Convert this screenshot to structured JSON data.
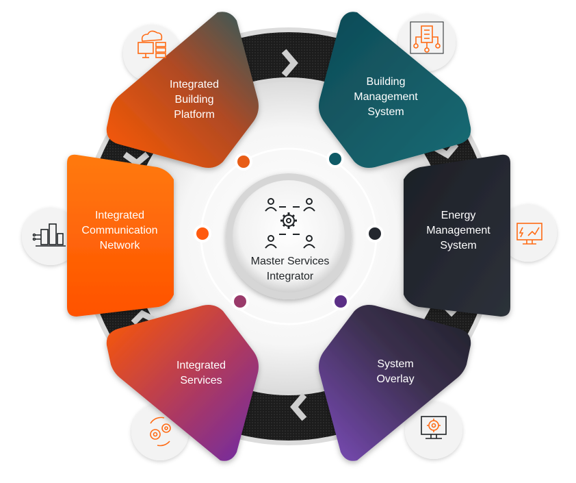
{
  "center": {
    "title": "Master Services\nIntegrator",
    "icon": "team-gear-icon"
  },
  "segments": [
    {
      "id": "ibp",
      "label": "Integrated\nBuilding\nPlatform",
      "icon": "cloud-server-icon",
      "color_a": "#ff5a00",
      "color_b": "#2d5a5e",
      "dot": "#e85d16"
    },
    {
      "id": "bms",
      "label": "Building\nManagement\nSystem",
      "icon": "smart-building-icon",
      "color_a": "#0e4a56",
      "color_b": "#1a6b74",
      "dot": "#0f5a66"
    },
    {
      "id": "ems",
      "label": "Energy\nManagement\nSystem",
      "icon": "energy-monitor-icon",
      "color_a": "#1f2229",
      "color_b": "#2d313a",
      "dot": "#23272e"
    },
    {
      "id": "so",
      "label": "System\nOverlay",
      "icon": "system-settings-icon",
      "color_a": "#7a4ab5",
      "color_b": "#1f2229",
      "dot": "#5b2f86"
    },
    {
      "id": "is",
      "label": "Integrated\nServices",
      "icon": "gears-cycle-icon",
      "color_a": "#ff5a00",
      "color_b": "#6d2aa6",
      "dot": "#9a3a6a"
    },
    {
      "id": "icn",
      "label": "Integrated\nCommunication\nNetwork",
      "icon": "network-city-icon",
      "color_a": "#ff5200",
      "color_b": "#ff7a10",
      "dot": "#ff5a0e"
    }
  ],
  "colors": {
    "accent": "#ff6a13",
    "ring_dark": "#1b1b1b",
    "icon_stroke": "#1f2326"
  }
}
